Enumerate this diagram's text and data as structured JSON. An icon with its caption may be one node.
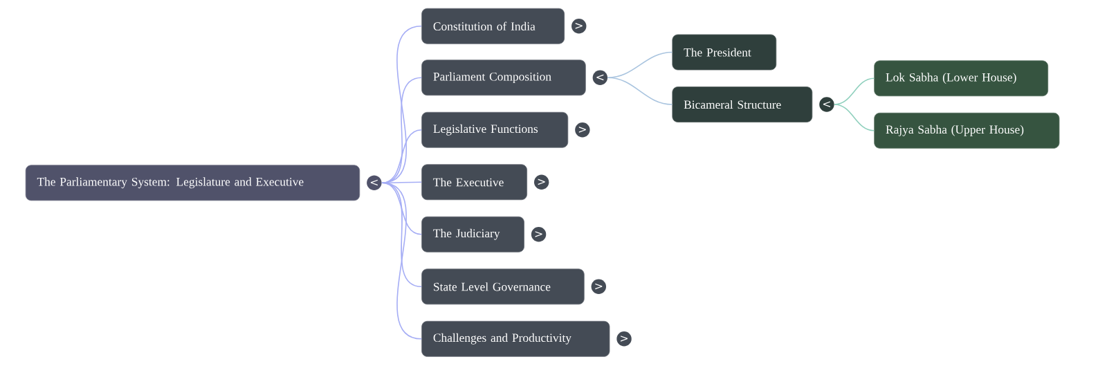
{
  "diagram": {
    "nodes": [
      {
        "text": [
          "The Parliamentary System: Legislature and Executive"
        ],
        "beside": [
          "<"
        ]
      },
      {
        "text": [
          "Constitution of India"
        ],
        "beside": [
          ">"
        ]
      },
      {
        "text": [
          "Parliament Composition"
        ],
        "beside": [
          "<"
        ]
      },
      {
        "text": [
          "Legislative Functions"
        ],
        "beside": [
          ">"
        ]
      },
      {
        "text": [
          "The Executive"
        ],
        "beside": [
          ">"
        ]
      },
      {
        "text": [
          "The Judiciary"
        ],
        "beside": [
          ">"
        ]
      },
      {
        "text": [
          "State Level Governance"
        ],
        "beside": [
          ">"
        ]
      },
      {
        "text": [
          "Challenges and Productivity"
        ],
        "beside": [
          ">"
        ]
      },
      {
        "text": [
          "The President"
        ]
      },
      {
        "text": [
          "Bicameral Structure"
        ],
        "beside": [
          "<"
        ]
      },
      {
        "text": [
          "Lok Sabha (Lower House)"
        ]
      },
      {
        "text": [
          "Rajya Sabha (Upper House)"
        ]
      }
    ],
    "edges": [
      {
        "from": 0,
        "to": 1,
        "arrow": "none"
      },
      {
        "from": 0,
        "to": 2,
        "arrow": "none"
      },
      {
        "from": 0,
        "to": 3,
        "arrow": "none"
      },
      {
        "from": 0,
        "to": 4,
        "arrow": "none"
      },
      {
        "from": 0,
        "to": 5,
        "arrow": "none"
      },
      {
        "from": 0,
        "to": 6,
        "arrow": "none"
      },
      {
        "from": 0,
        "to": 7,
        "arrow": "none"
      },
      {
        "from": 2,
        "to": 8,
        "arrow": "none",
        "color": "#a9c4df"
      },
      {
        "from": 2,
        "to": 9,
        "arrow": "none",
        "color": "#a9c4df"
      },
      {
        "from": 9,
        "to": 10,
        "arrow": "none",
        "color": "#8fd0bd"
      },
      {
        "from": 9,
        "to": 11,
        "arrow": "none",
        "color": "#8fd0bd"
      }
    ]
  }
}
